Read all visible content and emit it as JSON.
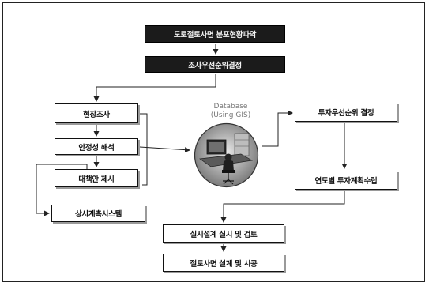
{
  "boxes": {
    "top1": "도로절토사면 분포현황파악",
    "top2": "조사우선순위결정",
    "survey": "현장조사",
    "stability": "안정성 해석",
    "countermeasure": "대책안 제시",
    "monitoring": "상시계측시스템",
    "investment_priority": "투자우선순위 결정",
    "annual_plan": "연도별 투자계획수립",
    "design_review": "실시설계 실시 및 검토",
    "construction": "절토사면 설계 및 시공"
  },
  "database": {
    "line1": "Database",
    "line2": "(Using GIS)"
  },
  "colors": {
    "dark_box": "#1b1b1b",
    "line": "#222222"
  }
}
